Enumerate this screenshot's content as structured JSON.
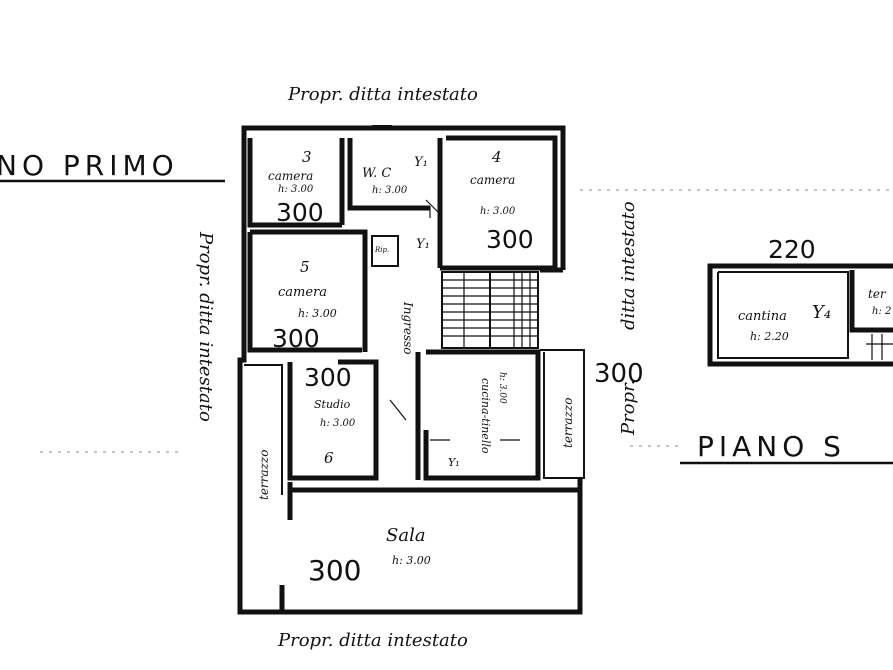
{
  "floor_labels": {
    "piano_primo": "NO PRIMO",
    "piano_secondo": "PIANO S"
  },
  "neighbors": {
    "top": "Propr. ditta intestato",
    "bottom": "Propr. ditta intestato",
    "left": "Propr. ditta intestato",
    "right_upper": "ditta intestato",
    "right_lower": "Propr."
  },
  "rooms": {
    "camera3": {
      "number": "3",
      "name": "camera",
      "height": "h: 3.00",
      "size": "300"
    },
    "wc": {
      "name": "W. C",
      "height": "h: 3.00",
      "fraction": "Y₁"
    },
    "camera4": {
      "number": "4",
      "name": "camera",
      "height": "h: 3.00",
      "size": "300"
    },
    "camera5": {
      "number": "5",
      "name": "camera",
      "height": "h: 3.00",
      "size": "300"
    },
    "studio": {
      "name": "Studio",
      "height": "h: 3.00",
      "number": "6",
      "size": "300"
    },
    "ingresso": {
      "name": "Ingresso"
    },
    "cucina": {
      "name": "cucina-tinello",
      "height": "h: 3.00"
    },
    "terrazzo_right": {
      "name": "terrazzo"
    },
    "terrazzo_left": {
      "name": "terrazzo"
    },
    "sala": {
      "name": "Sala",
      "height": "h: 3.00",
      "size": "300"
    }
  },
  "misc": {
    "fraction_mid": "Y₁",
    "dimension_right": "300",
    "small_label": "Rip.",
    "y_kitchen": "Y₁"
  },
  "second_floor": {
    "dimension_top": "220",
    "cantina": {
      "name": "cantina",
      "height": "h: 2.20",
      "fraction": "Y₄"
    },
    "partial": {
      "name": "ter",
      "height": "h: 2"
    }
  }
}
